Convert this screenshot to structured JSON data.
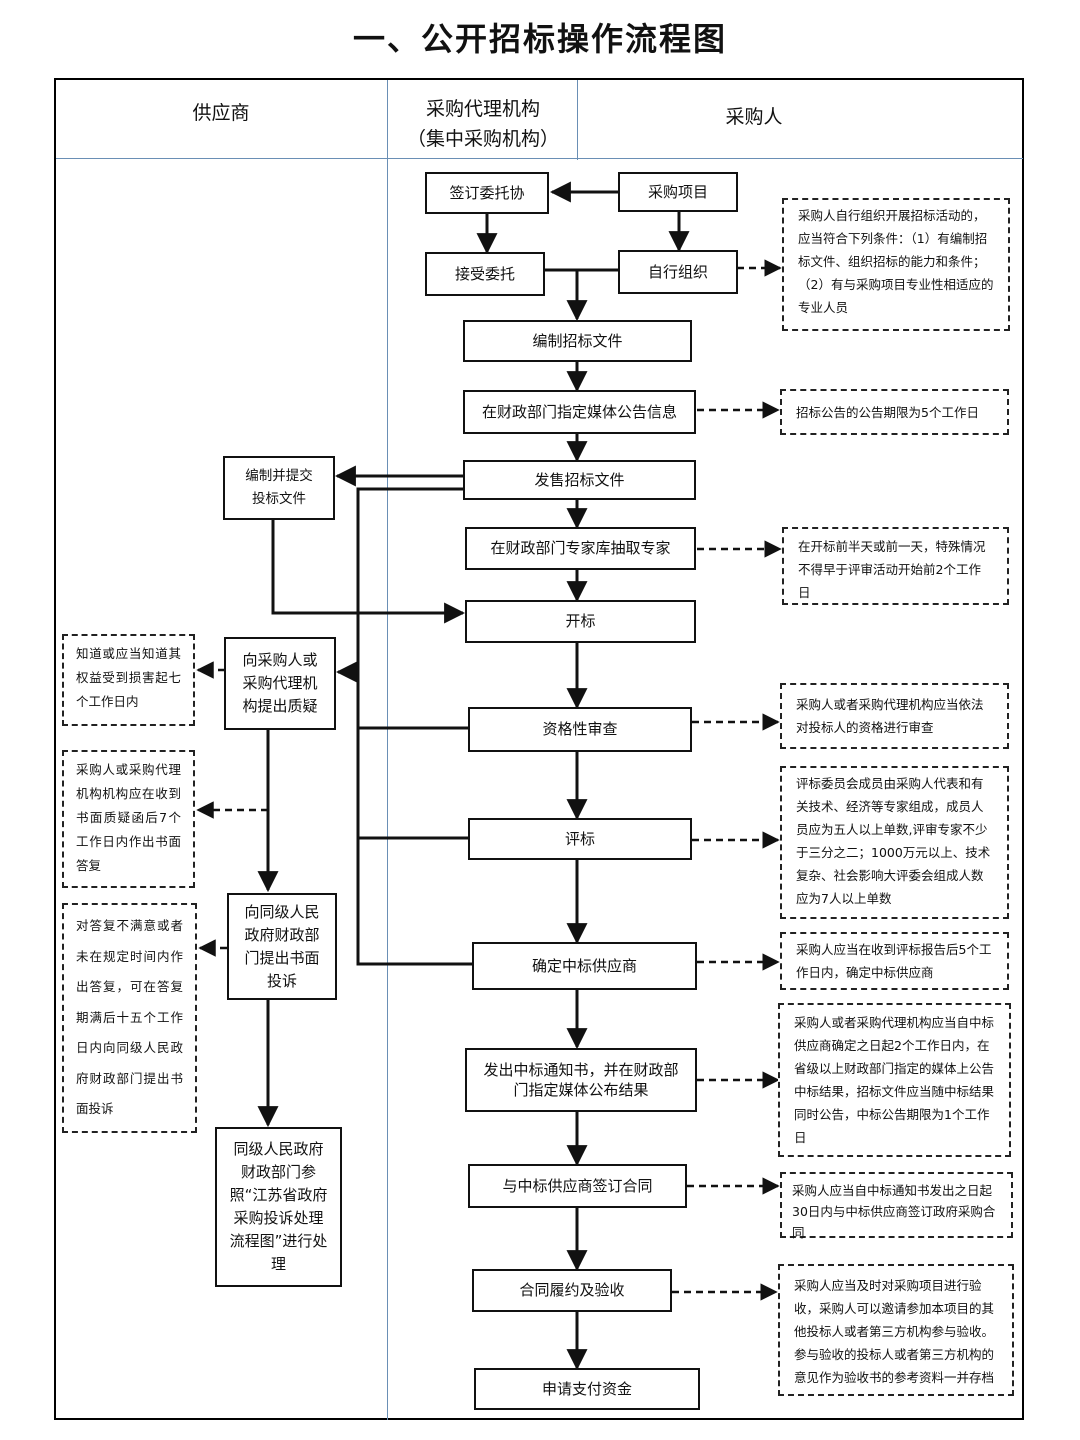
{
  "title": "一、公开招标操作流程图",
  "lanes": {
    "supplier": "供应商",
    "agency_line1": "采购代理机构",
    "agency_line2": "（集中采购机构）",
    "purchaser": "采购人"
  },
  "flow": {
    "sign_contract": "签订委托协",
    "purchase_project": "采购项目",
    "accept_entrust": "接受委托",
    "self_organize": "自行组织",
    "prepare_docs": "编制招标文件",
    "announce": "在财政部门指定媒体公告信息",
    "sell_docs": "发售招标文件",
    "extract_experts": "在财政部门专家库抽取专家",
    "open_bid": "开标",
    "qualification": "资格性审查",
    "evaluate": "评标",
    "confirm_winner": "确定中标供应商",
    "issue_notice": "发出中标通知书，并在财政部门指定媒体公布结果",
    "sign_with_winner": "与中标供应商签订合同",
    "perform_accept": "合同履约及验收",
    "apply_payment": "申请支付资金"
  },
  "supplier_flow": {
    "prepare_bid": "编制并提交投标文件",
    "raise_query": "向采购人或采购代理机构提出质疑",
    "complain": "向同级人民政府财政部门提出书面投诉",
    "handle": "同级人民政府财政部门参照“江苏省政府采购投诉处理流程图”进行处理"
  },
  "notes": {
    "self_org": "采购人自行组织开展招标活动的，应当符合下列条件：（1）有编制招标文件、组织招标的能力和条件；（2）有与采购项目专业性相适应的专业人员",
    "announce_period": "招标公告的公告期限为5个工作日",
    "expert_time": "在开标前半天或前一天，特殊情况不得早于评审活动开始前2个工作日",
    "qualification": "采购人或者采购代理机构应当依法对投标人的资格进行审查",
    "committee": "评标委员会成员由采购人代表和有关技术、经济等专家组成，成员人员应为五人以上单数,评审专家不少于三分之二；1000万元以上、技术复杂、社会影响大评委会组成人数应为7人以上单数",
    "confirm_time": "采购人应当在收到评标报告后5个工作日内，确定中标供应商",
    "publish": "采购人或者采购代理机构应当自中标供应商确定之日起2个工作日内，在省级以上财政部门指定的媒体上公告中标结果，招标文件应当随中标结果同时公告，中标公告期限为1个工作日",
    "contract_time": "采购人应当自中标通知书发出之日起30日内与中标供应商签订政府采购合同",
    "acceptance": "采购人应当及时对采购项目进行验收，采购人可以邀请参加本项目的其他投标人或者第三方机构参与验收。参与验收的投标人或者第三方机构的意见作为验收书的参考资料一并存档",
    "query_time": "知道或应当知道其权益受到损害起七个工作日内",
    "reply_time": "采购人或采购代理机构机构应在收到书面质疑函后7个工作日内作出书面答复",
    "complain_time": "对答复不满意或者未在规定时间内作出答复，可在答复期满后十五个工作日内向同级人民政府财政部门提出书面投诉"
  }
}
